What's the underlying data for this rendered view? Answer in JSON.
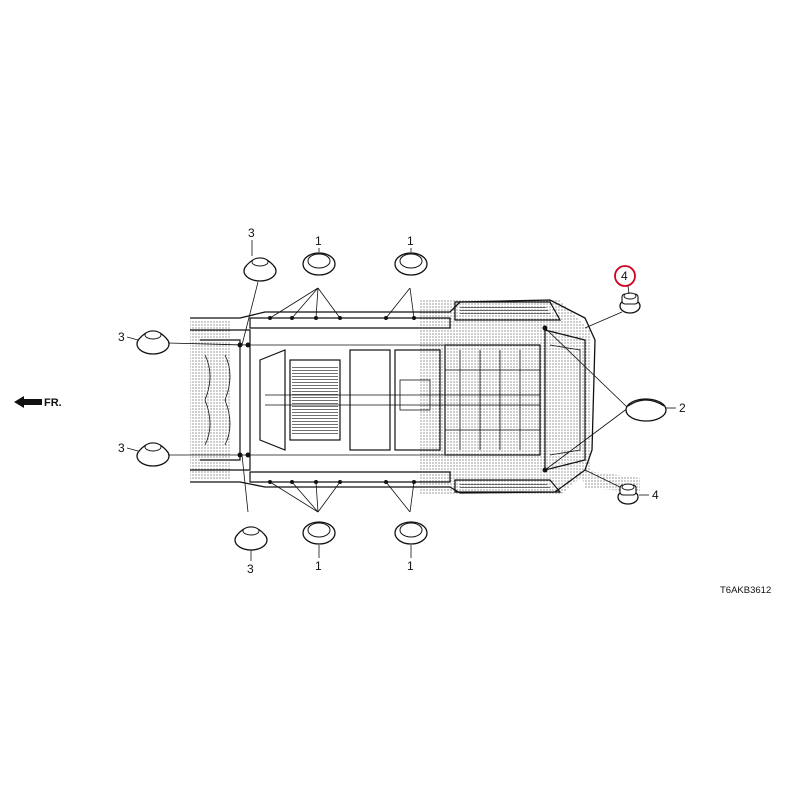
{
  "direction_label": "FR.",
  "diagram_code": "T6AKB3612",
  "highlight_color": "#d0021b",
  "callouts": {
    "c1": "1",
    "c2": "2",
    "c3": "3",
    "c4": "4"
  },
  "parts": {
    "grommet_1": "grommet-flat-icon",
    "grommet_2": "grommet-large-icon",
    "plug_3": "plug-mushroom-icon",
    "plug_4": "plug-small-icon"
  }
}
